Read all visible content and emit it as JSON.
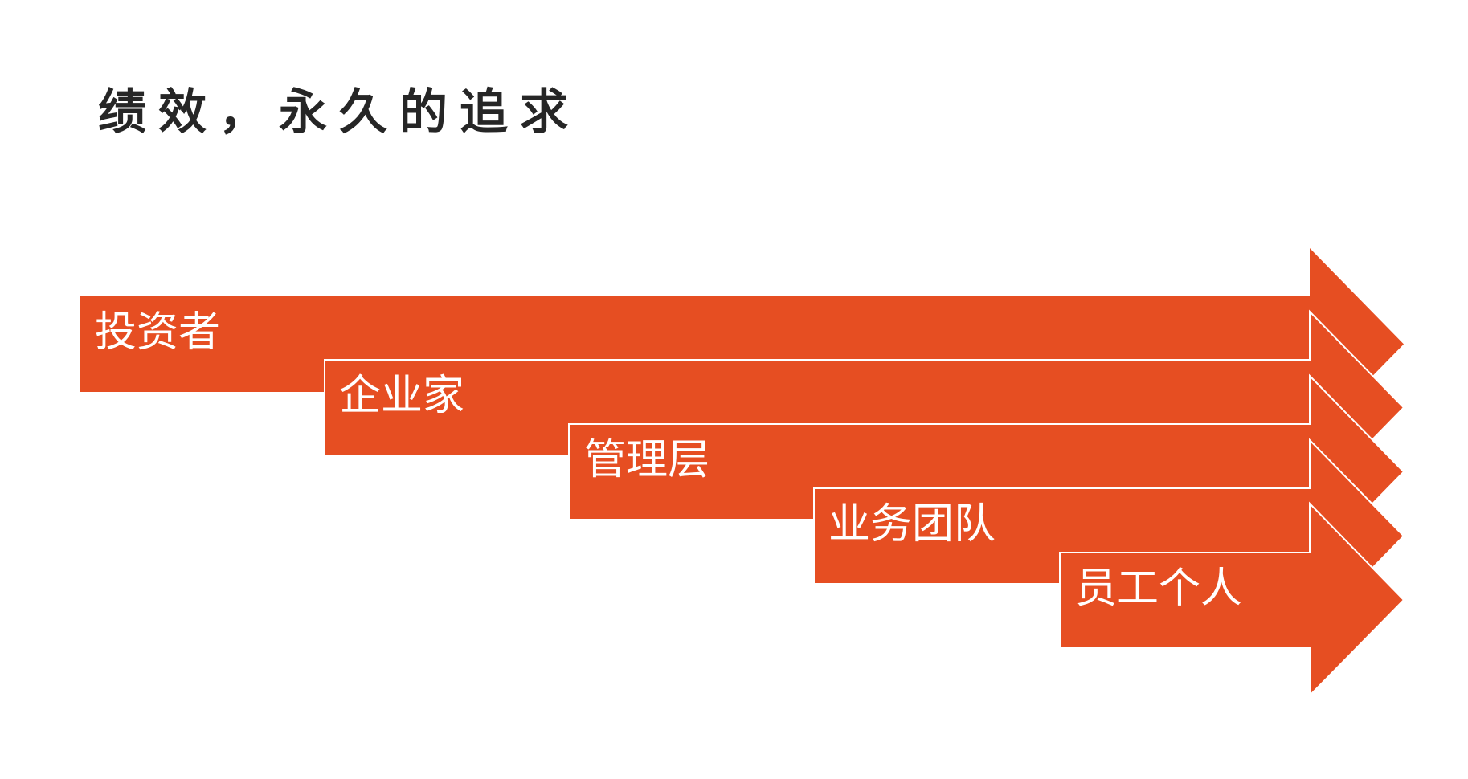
{
  "slide": {
    "title": "绩效，永久的追求"
  },
  "colors": {
    "arrow_fill": "#E64E22",
    "arrow_outline": "#FFFFFF",
    "title_text": "#262626",
    "label_text": "#FFFFFF",
    "background": "#FFFFFF"
  },
  "arrows": [
    {
      "label": "投资者"
    },
    {
      "label": "企业家"
    },
    {
      "label": "管理层"
    },
    {
      "label": "业务团队"
    },
    {
      "label": "员工个人"
    }
  ]
}
